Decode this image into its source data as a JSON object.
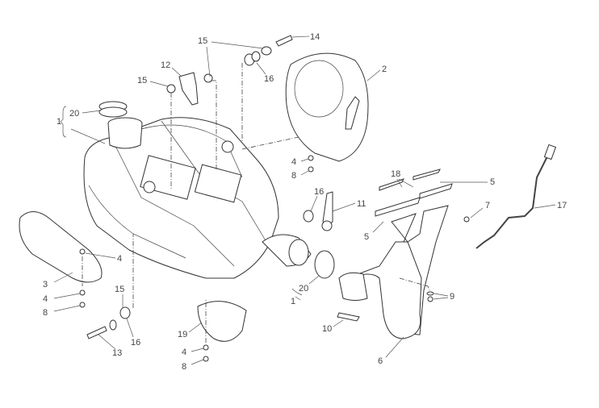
{
  "diagram": {
    "labels": [
      "15",
      "14",
      "12",
      "15",
      "16",
      "2",
      "20",
      "1",
      "4",
      "8",
      "18",
      "5",
      "16",
      "11",
      "7",
      "17",
      "5",
      "4",
      "3",
      "20",
      "1",
      "9",
      "4",
      "8",
      "15",
      "10",
      "16",
      "19",
      "13",
      "4",
      "6",
      "8"
    ]
  }
}
